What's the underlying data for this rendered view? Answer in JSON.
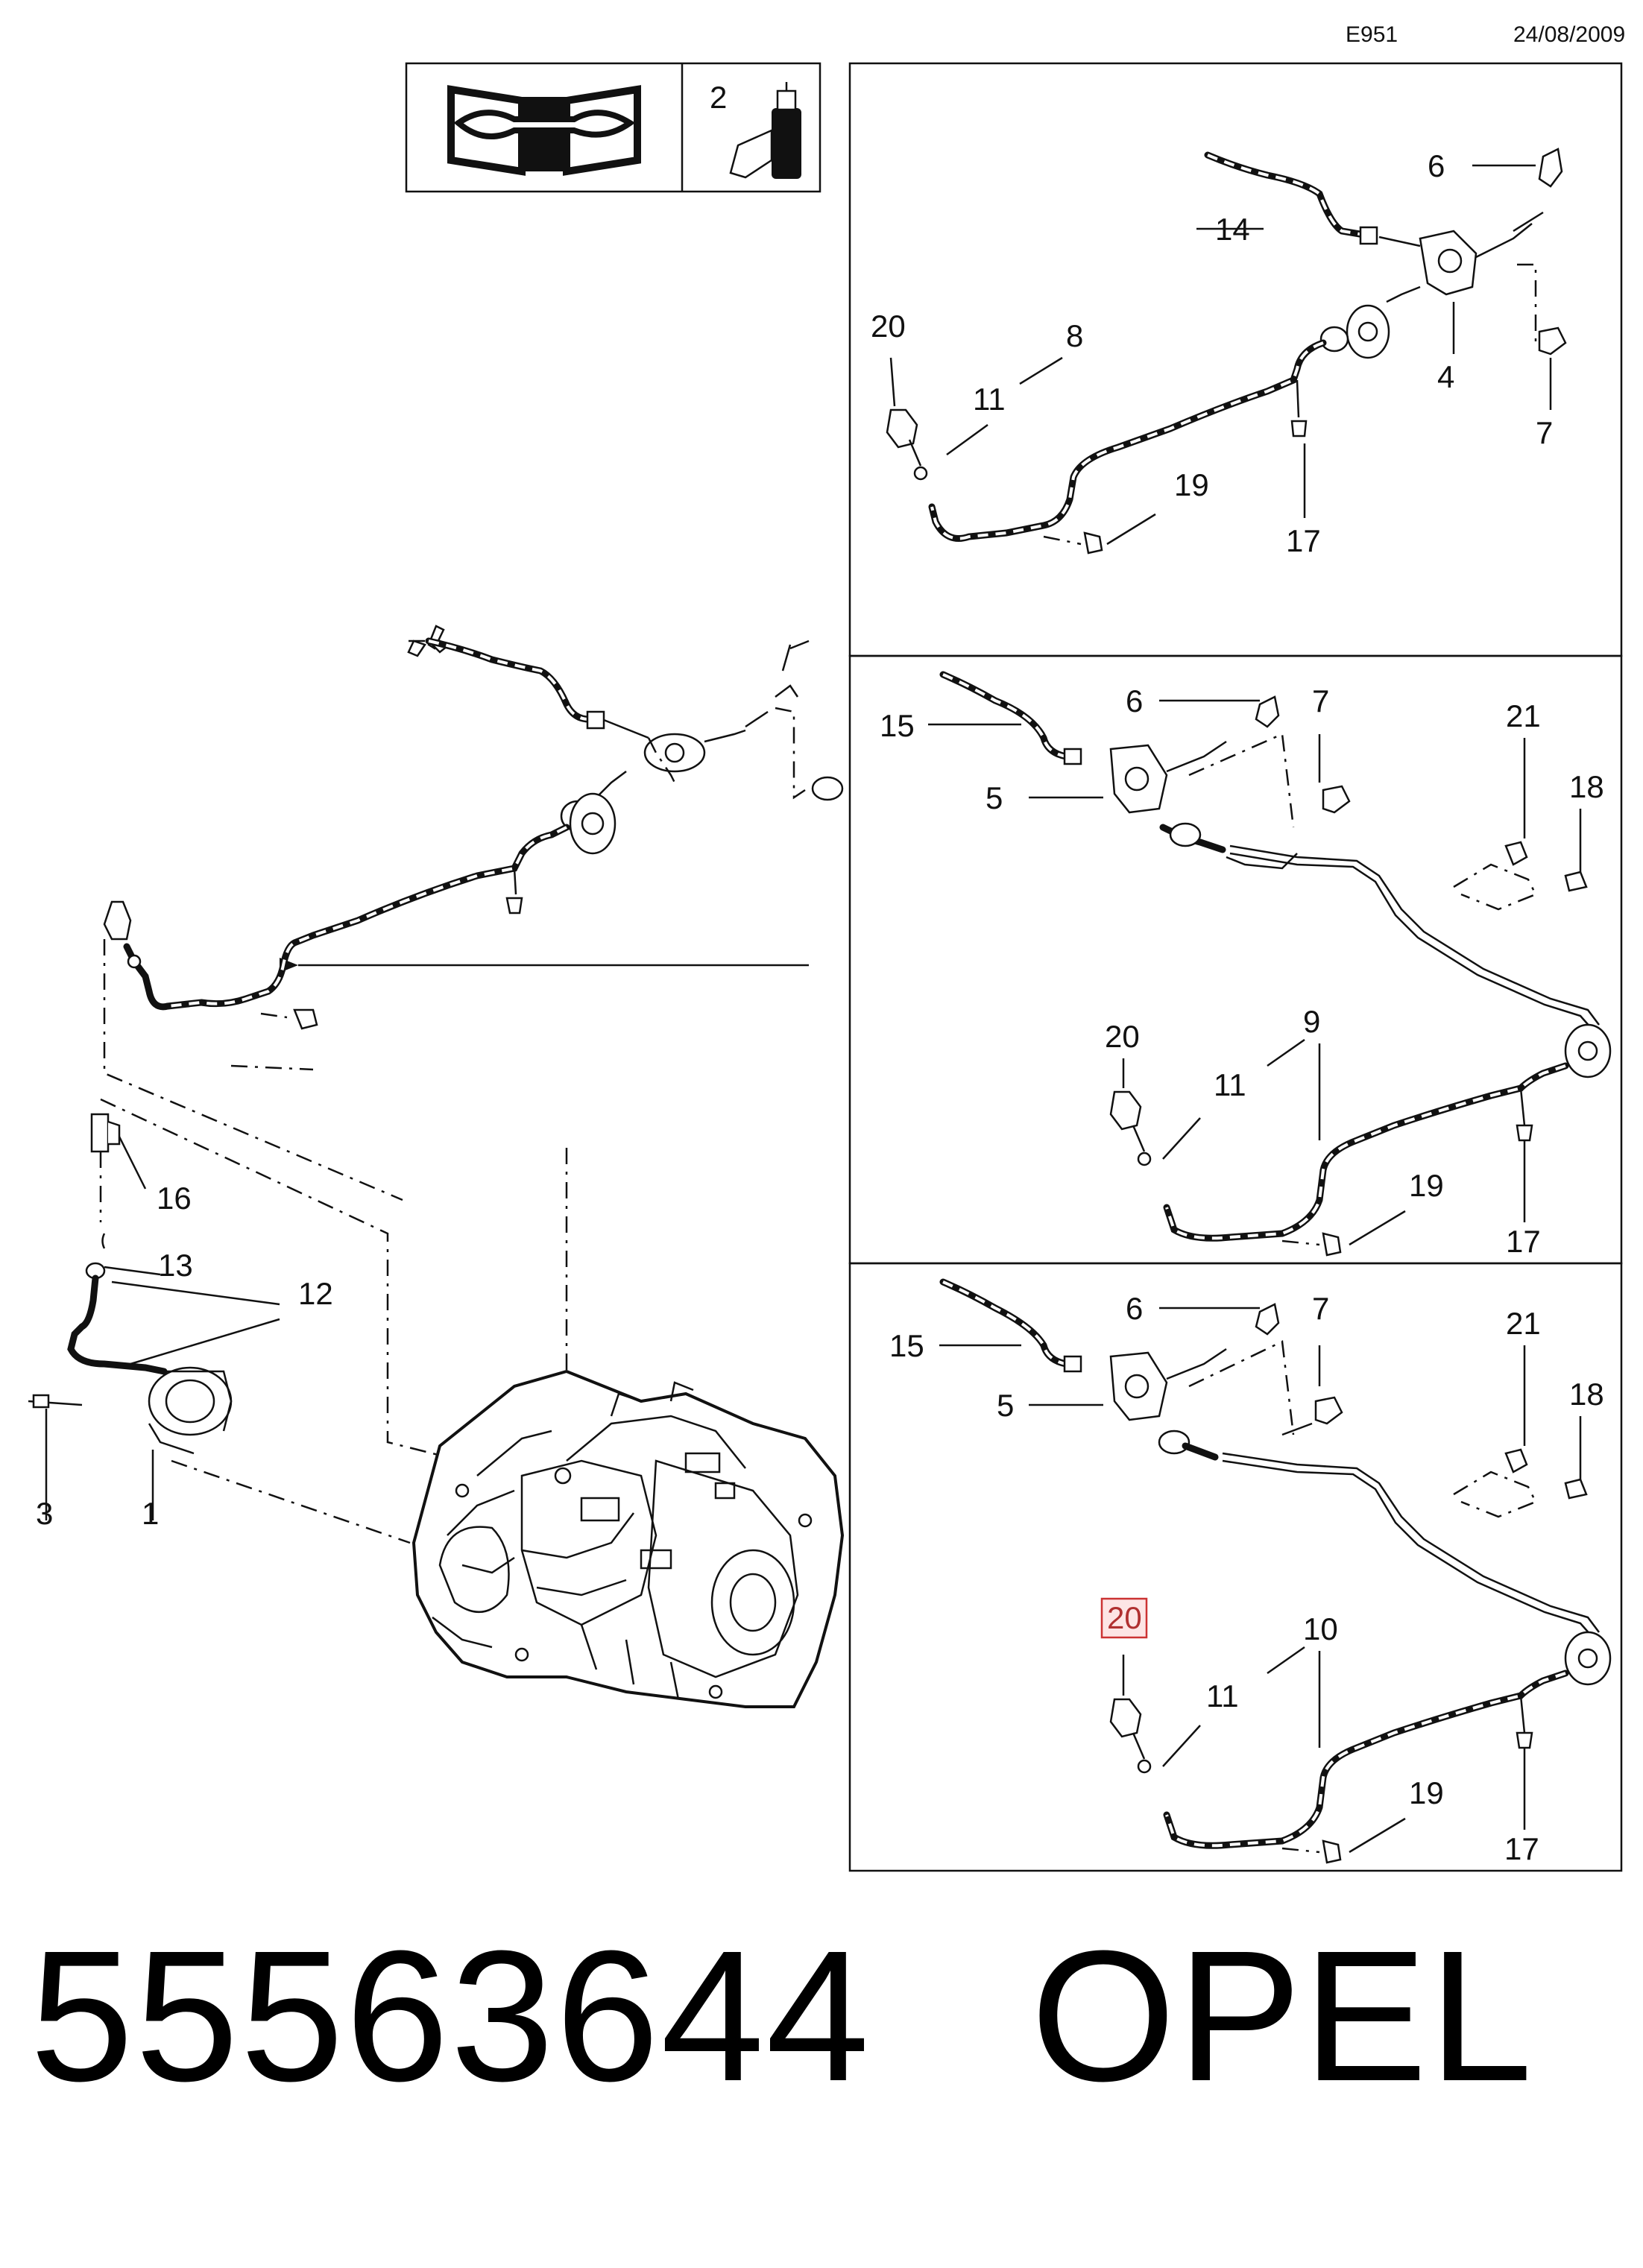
{
  "header": {
    "ref_code": "E951",
    "date": "24/08/2009"
  },
  "legend": {
    "oil_number": "2"
  },
  "callouts": {
    "main_view": [
      "16",
      "13",
      "12",
      "3",
      "1"
    ],
    "panel_top": [
      "6",
      "14",
      "20",
      "11",
      "8",
      "4",
      "7",
      "19",
      "17"
    ],
    "panel_mid": [
      "15",
      "6",
      "7",
      "21",
      "18",
      "5",
      "20",
      "9",
      "11",
      "19",
      "17"
    ],
    "panel_bottom": [
      "6",
      "7",
      "15",
      "21",
      "18",
      "5",
      "20",
      "10",
      "11",
      "19",
      "17"
    ]
  },
  "highlighted_callout": "20",
  "footer": {
    "part_number": "55563644",
    "brand": "OPEL"
  }
}
